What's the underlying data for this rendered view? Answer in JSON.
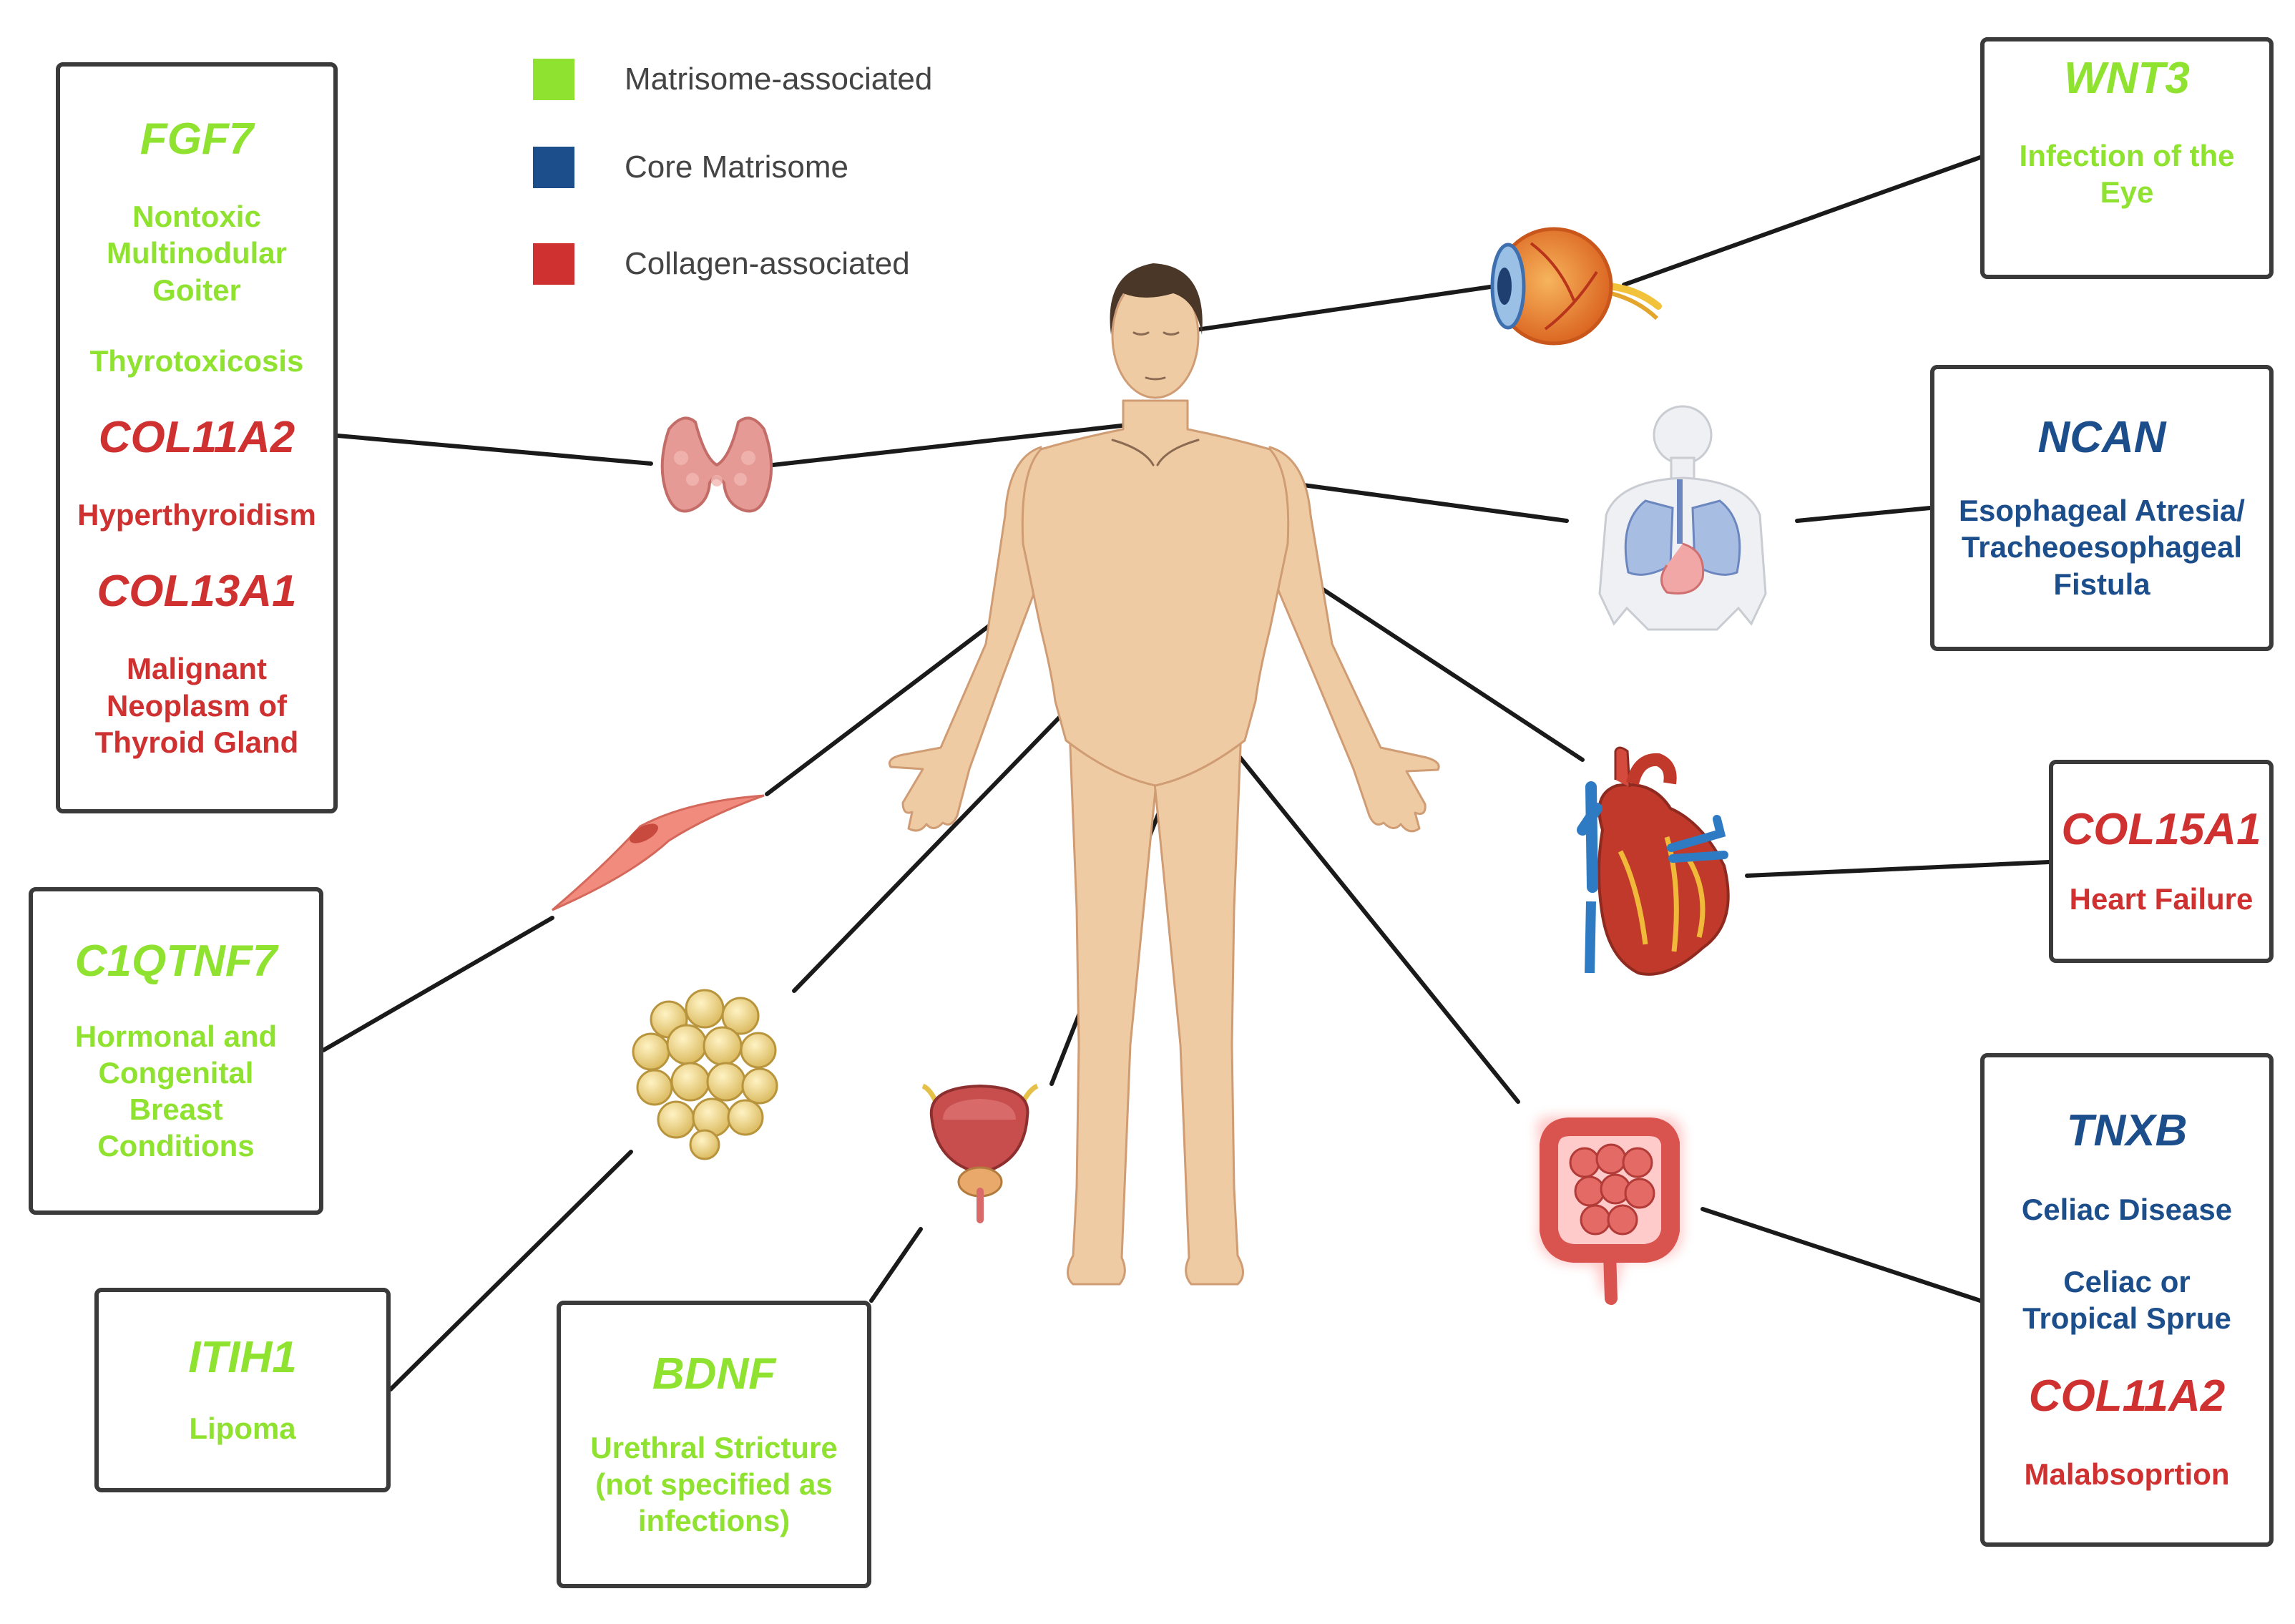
{
  "colors": {
    "matrisome_associated": "#8fe22f",
    "core_matrisome": "#1d4e8c",
    "collagen_associated": "#cf3131",
    "connector": "#1a1a1a",
    "skin": "#efcba4"
  },
  "legend": [
    {
      "label": "Matrisome-associated",
      "color": "#8fe22f"
    },
    {
      "label": "Core Matrisome",
      "color": "#1d4e8c"
    },
    {
      "label": "Collagen-associated",
      "color": "#cf3131"
    }
  ],
  "icons": [
    "thyroid-icon",
    "eye-icon",
    "lungs-stomach-icon",
    "heart-icon",
    "intestine-icon",
    "muscle-cell-icon",
    "fat-cells-icon",
    "bladder-icon",
    "human-body-figure"
  ],
  "boxes": {
    "thyroid": {
      "entries": [
        {
          "gene": "FGF7",
          "diseases": [
            "Nontoxic\nMultinodular\nGoiter",
            "Thyrotoxicosis"
          ],
          "category": "matrisome_associated"
        },
        {
          "gene": "COL11A2",
          "diseases": [
            "Hyperthyroidism"
          ],
          "category": "collagen_associated"
        },
        {
          "gene": "COL13A1",
          "diseases": [
            "Malignant\nNeoplasm of\nThyroid Gland"
          ],
          "category": "collagen_associated"
        }
      ]
    },
    "eye": {
      "entries": [
        {
          "gene": "WNT3",
          "diseases": [
            "Infection of the\nEye"
          ],
          "category": "matrisome_associated"
        }
      ]
    },
    "esophagus": {
      "entries": [
        {
          "gene": "NCAN",
          "diseases": [
            "Esophageal Atresia/\nTracheoesophageal\nFistula"
          ],
          "category": "core_matrisome"
        }
      ]
    },
    "heart": {
      "entries": [
        {
          "gene": "COL15A1",
          "diseases": [
            "Heart Failure"
          ],
          "category": "collagen_associated"
        }
      ]
    },
    "breast": {
      "entries": [
        {
          "gene": "C1QTNF7",
          "diseases": [
            "Hormonal and\nCongenital\nBreast\nConditions"
          ],
          "category": "matrisome_associated"
        }
      ]
    },
    "fat": {
      "entries": [
        {
          "gene": "ITIH1",
          "diseases": [
            "Lipoma"
          ],
          "category": "matrisome_associated"
        }
      ]
    },
    "urethra": {
      "entries": [
        {
          "gene": "BDNF",
          "diseases": [
            "Urethral Stricture\n(not specified as\ninfections)"
          ],
          "category": "matrisome_associated"
        }
      ]
    },
    "intestine": {
      "entries": [
        {
          "gene": "TNXB",
          "diseases": [
            "Celiac Disease",
            "Celiac or\nTropical Sprue"
          ],
          "category": "core_matrisome"
        },
        {
          "gene": "COL11A2",
          "diseases": [
            "Malabsoprtion"
          ],
          "category": "collagen_associated"
        }
      ]
    }
  }
}
